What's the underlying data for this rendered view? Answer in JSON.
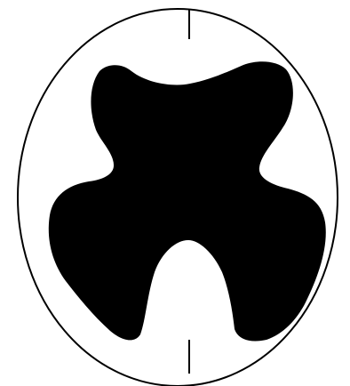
{
  "diagram": {
    "subject": "brain-cross-section-silhouette",
    "colors": {
      "background": "#ffffff",
      "outline": "#000000",
      "fill": "#000000"
    },
    "shapes": [
      "outer-oval-outline",
      "top-midline-notch",
      "bottom-midline-notch",
      "central-black-silhouette"
    ]
  }
}
